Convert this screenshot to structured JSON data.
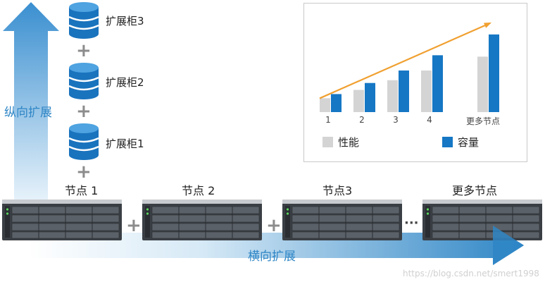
{
  "diagram": {
    "vertical_label": "纵向扩展",
    "horizontal_label": "横向扩展",
    "plus_sign": "+",
    "ellipsis": "···",
    "cabinets": [
      {
        "label": "扩展柜3"
      },
      {
        "label": "扩展柜2"
      },
      {
        "label": "扩展柜1"
      }
    ],
    "nodes": [
      {
        "label": "节点 1"
      },
      {
        "label": "节点 2"
      },
      {
        "label": "节点3"
      },
      {
        "label": "更多节点"
      }
    ],
    "watermark": "https://blog.csdn.net/smert1998",
    "colors": {
      "arrow_blue": "#2f86c6",
      "bar_blue": "#1677c4",
      "bar_gray": "#d4d4d4",
      "trend_orange": "#f0a030"
    }
  },
  "chart_data": {
    "type": "bar",
    "categories": [
      "1",
      "2",
      "3",
      "4",
      "更多节点"
    ],
    "series": [
      {
        "name": "性能",
        "values": [
          1.0,
          1.6,
          2.3,
          3.0,
          4.0
        ]
      },
      {
        "name": "容量",
        "values": [
          1.3,
          2.1,
          3.0,
          4.1,
          5.6
        ]
      }
    ],
    "legend": [
      {
        "label": "性能",
        "color": "#d4d4d4"
      },
      {
        "label": "容量",
        "color": "#1677c4"
      }
    ],
    "trend_arrow": true,
    "ylim": [
      0,
      6
    ],
    "grid": false,
    "legend_position": "bottom"
  }
}
